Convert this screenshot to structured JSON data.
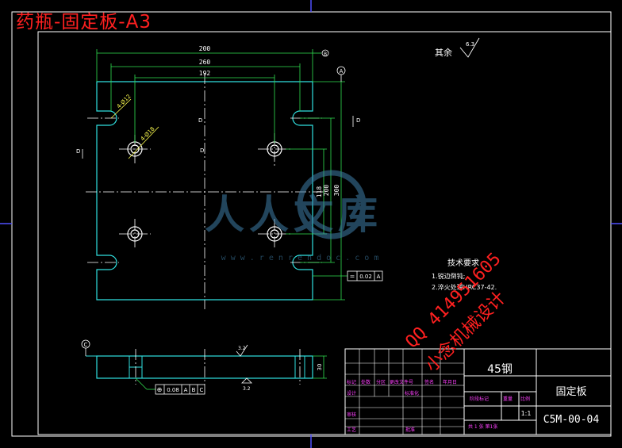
{
  "title": "药瓶-固定板-A3",
  "watermark": {
    "brand": "人人文库",
    "url": "w w w . r e n r e n d o c . c o m",
    "qq": "QQ 414951605",
    "studio": "小念机械设计"
  },
  "dims": {
    "w200": "200",
    "w260": "260",
    "w192": "192",
    "d118": "118",
    "d200": "200",
    "d300": "300",
    "d30": "30",
    "hole_a": "4-Ø12",
    "hole_b": "4-Ø18"
  },
  "surface": {
    "rest": "其余",
    "ra": "6.3",
    "ra_side": "3.2",
    "ra_bottom": "3.2"
  },
  "datums": {
    "a": "A",
    "b": "B",
    "c": "C",
    "d": "D"
  },
  "tolerances": {
    "parallel": {
      "symbol": "=",
      "value": "0.02",
      "datum": "A"
    },
    "position": {
      "symbol": "⊕",
      "value": "0.08",
      "datums": [
        "A",
        "B",
        "C"
      ]
    }
  },
  "tech": {
    "heading": "技术要求",
    "items": [
      "1.锐边倒钝;",
      "2.淬火处理HRC37-42."
    ]
  },
  "titleblock": {
    "material": "45钢",
    "part_name": "固定板",
    "drawing_no": "C5M-00-04",
    "scale": "1:1",
    "sheets": "共 1 张  第1张",
    "headers": [
      "标记",
      "处数",
      "分区",
      "更改文件号",
      "签名",
      "年月日"
    ],
    "roles": [
      "设计",
      "审核",
      "工艺",
      "标准化",
      "批准"
    ],
    "labels": [
      "阶段标记",
      "重量",
      "比例"
    ]
  },
  "colors": {
    "outline": "#30e0e0",
    "dim": "#ffff50",
    "green": "#30e050",
    "white": "#ffffff",
    "red": "#ff2020",
    "magenta": "#ff40ff",
    "border_blue": "#5050ff"
  }
}
